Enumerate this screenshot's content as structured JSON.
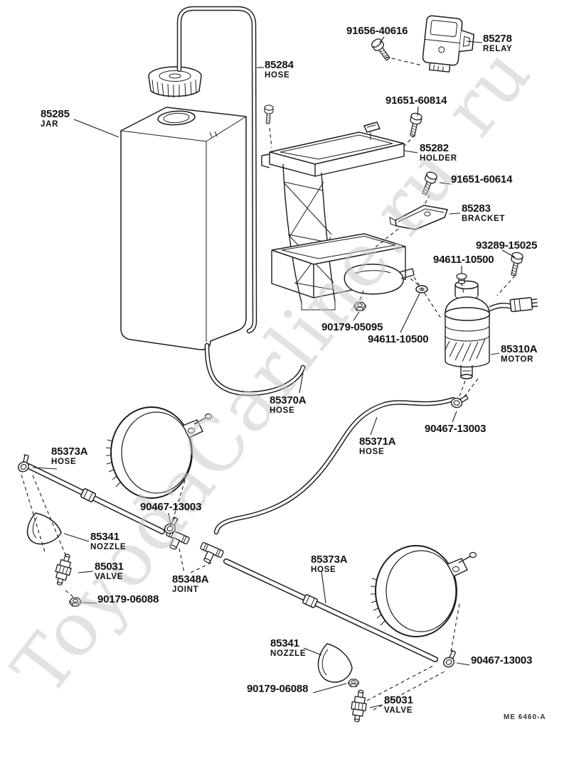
{
  "page": {
    "watermark_main": "ToyodaCarline.ru",
    "watermark_corner": "ru",
    "diagram_code": "ME 6460-A"
  },
  "parts": {
    "p91656_40616": {
      "number": "91656-40616"
    },
    "p85278": {
      "number": "85278",
      "name": "RELAY"
    },
    "p85284": {
      "number": "85284",
      "name": "HOSE"
    },
    "p85285": {
      "number": "85285",
      "name": "JAR"
    },
    "p91651_60814": {
      "number": "91651-60814"
    },
    "p85282": {
      "number": "85282",
      "name": "HOLDER"
    },
    "p91651_60614": {
      "number": "91651-60614"
    },
    "p85283": {
      "number": "85283",
      "name": "BRACKET"
    },
    "p93289_15025": {
      "number": "93289-15025"
    },
    "p94611_10500_a": {
      "number": "94611-10500"
    },
    "p90179_05095": {
      "number": "90179-05095"
    },
    "p94611_10500_b": {
      "number": "94611-10500"
    },
    "p85310A": {
      "number": "85310A",
      "name": "MOTOR"
    },
    "p85370A": {
      "number": "85370A",
      "name": "HOSE"
    },
    "p90467_13003_a": {
      "number": "90467-13003"
    },
    "p85371A": {
      "number": "85371A",
      "name": "HOSE"
    },
    "p85373A_left": {
      "number": "85373A",
      "name": "HOSE"
    },
    "p90467_13003_b": {
      "number": "90467-13003"
    },
    "p85341_left": {
      "number": "85341",
      "name": "NOZZLE"
    },
    "p85031_left": {
      "number": "85031",
      "name": "VALVE"
    },
    "p85348A": {
      "number": "85348A",
      "name": "JOINT"
    },
    "p90179_06088_left": {
      "number": "90179-06088"
    },
    "p85373A_right": {
      "number": "85373A",
      "name": "HOSE"
    },
    "p85341_bottom": {
      "number": "85341",
      "name": "NOZZLE"
    },
    "p90467_13003_c": {
      "number": "90467-13003"
    },
    "p90179_06088_bottom": {
      "number": "90179-06088"
    },
    "p85031_bottom": {
      "number": "85031",
      "name": "VALVE"
    }
  }
}
